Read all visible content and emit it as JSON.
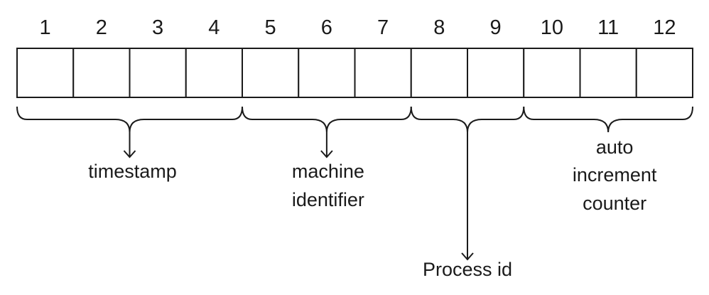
{
  "diagram": {
    "bytes": [
      "1",
      "2",
      "3",
      "4",
      "5",
      "6",
      "7",
      "8",
      "9",
      "10",
      "11",
      "12"
    ],
    "groups": [
      {
        "name": "timestamp",
        "label_lines": [
          "timestamp"
        ],
        "start": 1,
        "end": 4
      },
      {
        "name": "machine-identifier",
        "label_lines": [
          "machine",
          "identifier"
        ],
        "start": 5,
        "end": 7
      },
      {
        "name": "process-id",
        "label_lines": [
          "Process id"
        ],
        "start": 8,
        "end": 9
      },
      {
        "name": "counter",
        "label_lines": [
          "auto",
          "increment",
          "counter"
        ],
        "start": 10,
        "end": 12
      }
    ],
    "stroke_color": "#1a1a1a"
  }
}
